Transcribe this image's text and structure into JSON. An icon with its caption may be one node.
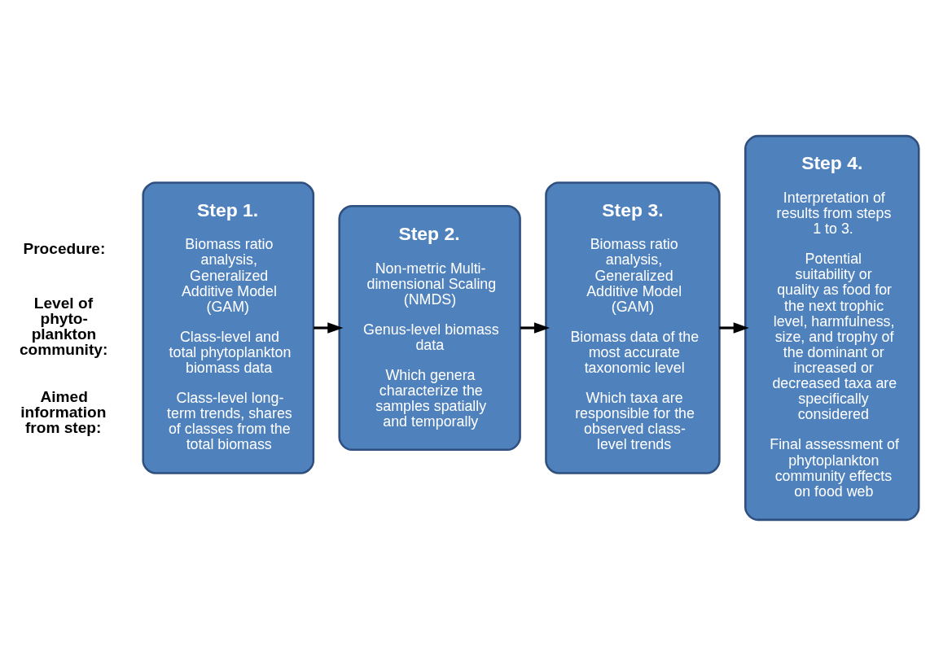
{
  "diagram": {
    "nodes": [
      {
        "text": [
          "Step 1.",
          "Biomass ratio analysis, Generalized Additive Model (GAM)",
          "Class-level and total phytoplankton biomass data",
          "Class-level long- term trends, shares of classes from the total biomass"
        ]
      },
      {
        "text": [
          "Step 2.",
          "Non-metric Multi- dimensional Scaling (NMDS)",
          "Genus-level biomass data",
          "Which genera characterize the samples spatially and temporally"
        ]
      },
      {
        "text": [
          "Step 3.",
          "Biomass ratio analysis, Generalized Additive Model (GAM)",
          "Biomass data of the most accurate taxonomic level",
          "Which taxa are responsible for the observed class-level trends"
        ]
      },
      {
        "text": [
          "Step 4.",
          "Interpretation of results from steps 1 to 3.",
          "Potential suitability or quality as food for the next trophic level, harmfulness, size, and trophy of the dominant or increased or decreased taxa are specifically considered",
          "Final assessment of phytoplankton community effects on food web"
        ]
      }
    ],
    "edges": [
      {
        "from": 0,
        "to": 1,
        "arrow": "to"
      },
      {
        "from": 1,
        "to": 2,
        "arrow": "to"
      },
      {
        "from": 2,
        "to": 3,
        "arrow": "to"
      }
    ],
    "labels": [
      "Procedure:",
      "Level of phyto- plankton community:",
      "Aimed information from step:"
    ]
  }
}
